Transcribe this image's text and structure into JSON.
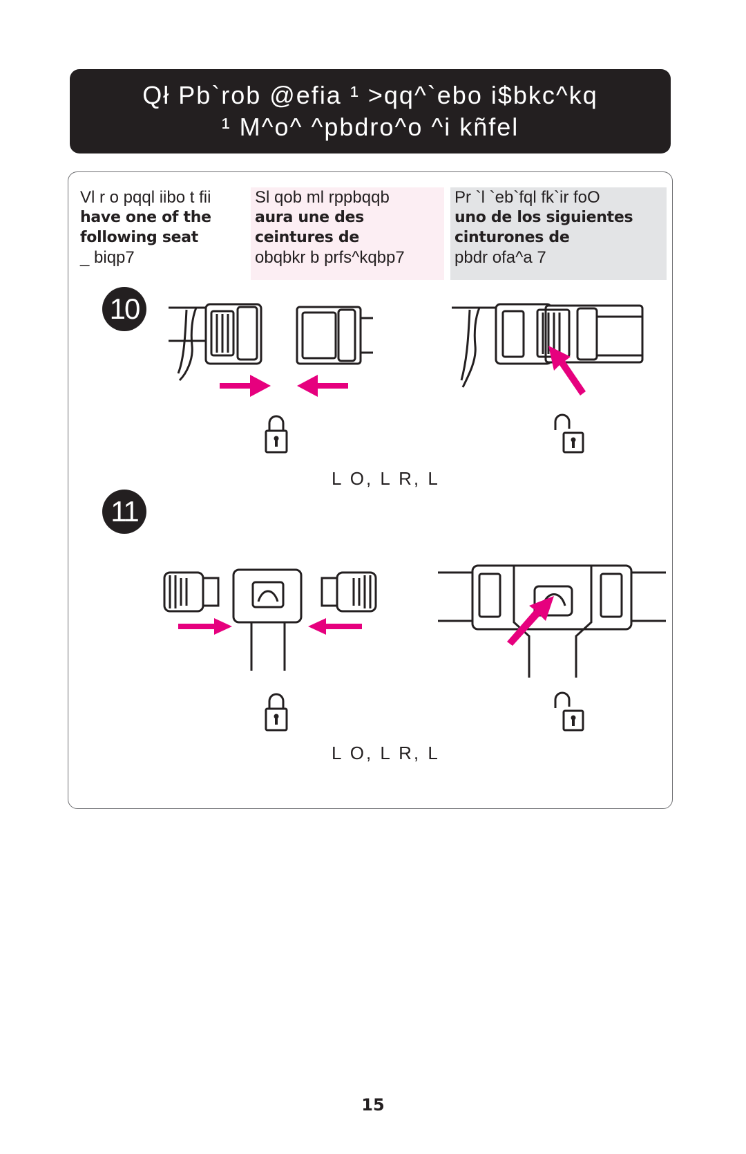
{
  "header": {
    "line1": "Qł  Pb`rob @efia  ¹  >qq^`ebo i$bkc^kq",
    "line2": "¹  M^o^ ^pbdro^o ^i kñfel"
  },
  "columns": {
    "english": {
      "line1": "Vl r o pqql iibo t fii",
      "line2": "have one of the",
      "line3": "following seat",
      "line4": "_ biqp7"
    },
    "french": {
      "line1": "Sl qob m­l rppbqqb",
      "line2": "aura une des",
      "line3": "ceintures de",
      "line4": "obqbkr b prfs^kqbp7"
    },
    "spanish": {
      "line1": "Pr `l `eb`fql  fk`ir foO",
      "line2": "uno de los siguientes",
      "line3": "cinturones de",
      "line4": "pbdr ofa^a 7"
    }
  },
  "steps": [
    {
      "number": "10",
      "caption": "L O, L R, L"
    },
    {
      "number": "11",
      "caption": "L O, L R, L"
    }
  ],
  "colors": {
    "accent": "#e6007e",
    "ink": "#231f20"
  },
  "icons": [
    "lock-closed-icon",
    "lock-open-icon",
    "arrow-right-icon",
    "arrow-left-icon",
    "arrow-press-icon"
  ],
  "page_number": "15"
}
